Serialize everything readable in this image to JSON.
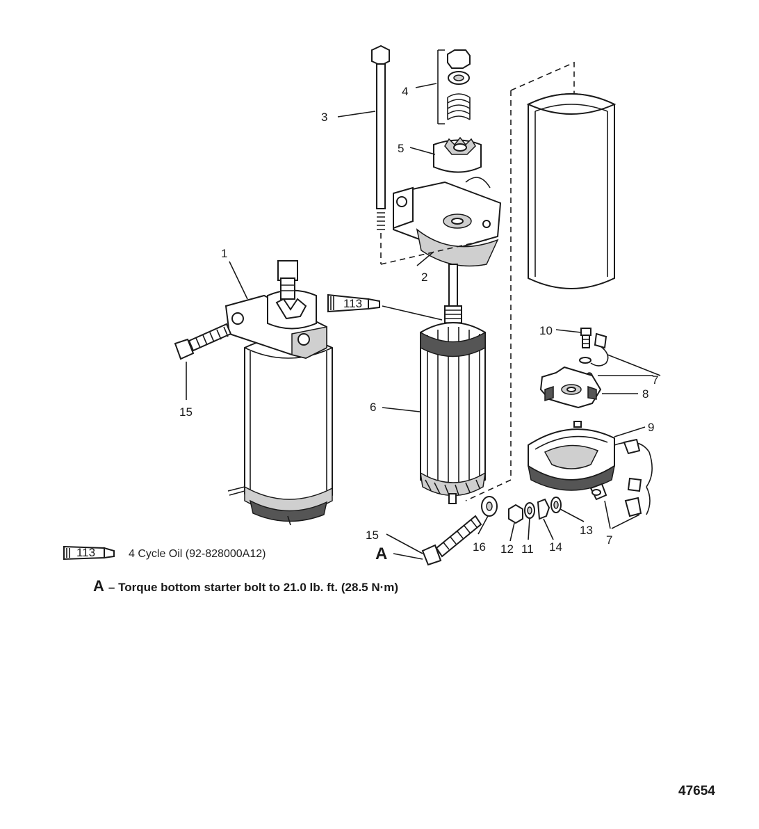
{
  "callouts": {
    "c1": "1",
    "c2": "2",
    "c3": "3",
    "c4": "4",
    "c5": "5",
    "c6": "6",
    "c7a": "7",
    "c7b": "7",
    "c8": "8",
    "c9": "9",
    "c10": "10",
    "c11": "11",
    "c12": "12",
    "c13": "13",
    "c14": "14",
    "c15a": "15",
    "c15b": "15",
    "c16": "16",
    "cA": "A"
  },
  "tube_label": "113",
  "legend": {
    "tube_label": "113",
    "text": "4 Cycle Oil (92-828000A12)"
  },
  "note": {
    "letter": "A",
    "text": "– Torque bottom starter bolt to 21.0 lb. ft. (28.5 N·m)"
  },
  "figure_number": "47654"
}
